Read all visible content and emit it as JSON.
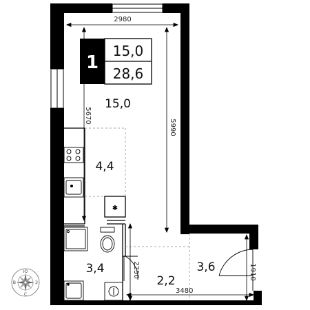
{
  "apartment": {
    "rooms": "1",
    "living_area": "15,0",
    "total_area": "28,6"
  },
  "room_areas": {
    "living_room": "15,0",
    "kitchen": "4,4",
    "bathroom": "3,4",
    "hallway": "2,2",
    "entrance": "3,6"
  },
  "dimensions": {
    "top_width": "2980",
    "living_height": "5990",
    "left_height": "5670",
    "bottom_width": "3480",
    "hall_height": "2250",
    "entrance_height": "1910"
  },
  "compass": {
    "north": "С",
    "south": "Ю",
    "east": "В",
    "west": "З"
  },
  "colors": {
    "wall": "#000000",
    "badge": "#000000",
    "dashed": "#aaaaaa"
  }
}
